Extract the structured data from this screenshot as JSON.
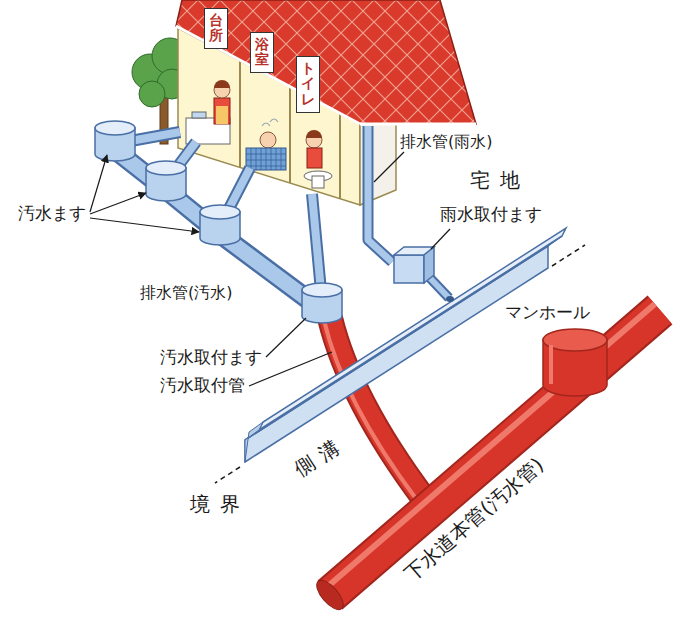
{
  "diagram": {
    "nodes": [
      {
        "text": [
          "台所"
        ]
      },
      {
        "text": [
          "浴室"
        ]
      },
      {
        "text": [
          "トイレ"
        ]
      }
    ],
    "labels": [
      "排水管(雨水)",
      "宅地",
      "雨水取付ます",
      "汚水ます",
      "排水管(汚水)",
      "汚水取付ます",
      "汚水取付管",
      "側溝",
      "境界",
      "下水道本管(汚水管)",
      "マンホール"
    ]
  }
}
